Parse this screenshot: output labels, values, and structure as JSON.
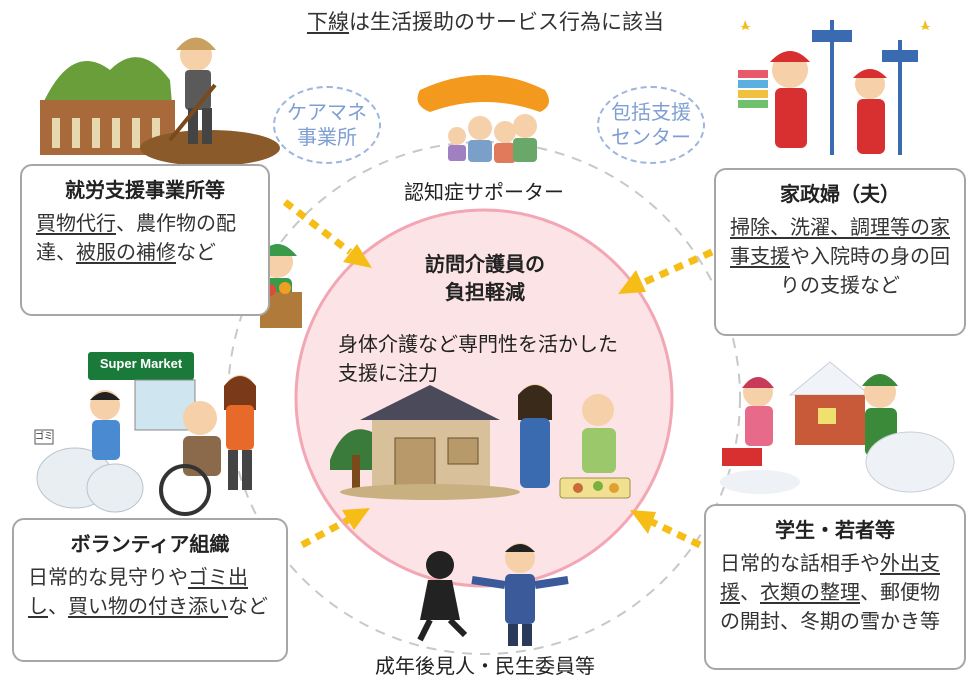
{
  "header": {
    "underlined": "下線",
    "rest": "は生活援助のサービス行為に該当"
  },
  "center": {
    "title_line1": "訪問介護員の",
    "title_line2": "負担軽減",
    "body": "身体介護など専門性を活かした支援に注力"
  },
  "bubbles": {
    "care_manager": {
      "line1": "ケアマネ",
      "line2": "事業所"
    },
    "support_center": {
      "line1": "包括支援",
      "line2": "センター"
    }
  },
  "labels": {
    "dementia_supporter": "認知症サポーター",
    "guardian": "成年後見人・民生委員等"
  },
  "cards": {
    "employment": {
      "title": "就労支援事業所等",
      "t1": "買物代行",
      "t2": "、農作物の",
      "t3": "配達、",
      "t4": "被服の補修",
      "t5": "など"
    },
    "housekeeper": {
      "title": "家政婦（夫）",
      "t1": "掃除、洗濯、調理等",
      "t2": "の家事支援",
      "t3": "や入院時",
      "t4": "の身の回りの支援など"
    },
    "volunteer": {
      "title": "ボランティア組織",
      "t1": "日常的な見守りや",
      "t2": "ゴミ",
      "t3": "出し",
      "t4": "、",
      "t5": "買い物の付き添",
      "t6": "い",
      "t7": "など"
    },
    "students": {
      "title": "学生・若者等",
      "t1": "日常的な話相手や",
      "t2": "外出",
      "t3": "支援",
      "t4": "、",
      "t5": "衣類の整理",
      "t6": "、郵便物の開封、冬期の雪かき等"
    }
  },
  "illustration_text": {
    "supermarket_sign": "Super Market",
    "garbage_sign": "ゴミ"
  },
  "colors": {
    "center_fill": "#fce4e6",
    "center_stroke": "#f3a6b3",
    "arrow": "#f6bd16",
    "card_border": "#a6a6a6",
    "bubble": "#9db6dd",
    "orbit": "#c8c8c8"
  }
}
